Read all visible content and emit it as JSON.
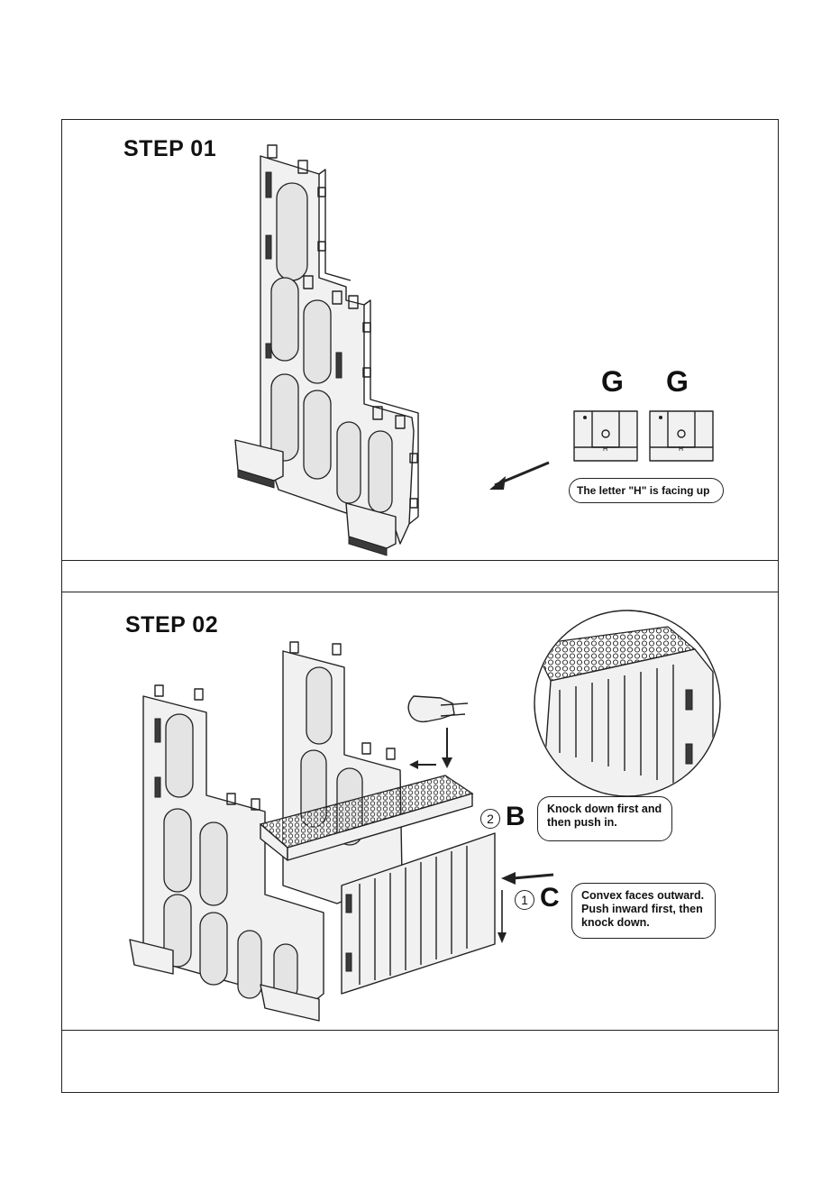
{
  "step1": {
    "title": "STEP 01",
    "part_label_left": "G",
    "part_label_right": "G",
    "part_mark": "H",
    "note": "The letter \"H\" is facing up"
  },
  "step2": {
    "title": "STEP 02",
    "label_b_number": "2",
    "label_b_letter": "B",
    "note_b": "Knock down first and then push in.",
    "label_c_number": "1",
    "label_c_letter": "C",
    "note_c": "Convex faces outward. Push inward first, then knock down."
  }
}
